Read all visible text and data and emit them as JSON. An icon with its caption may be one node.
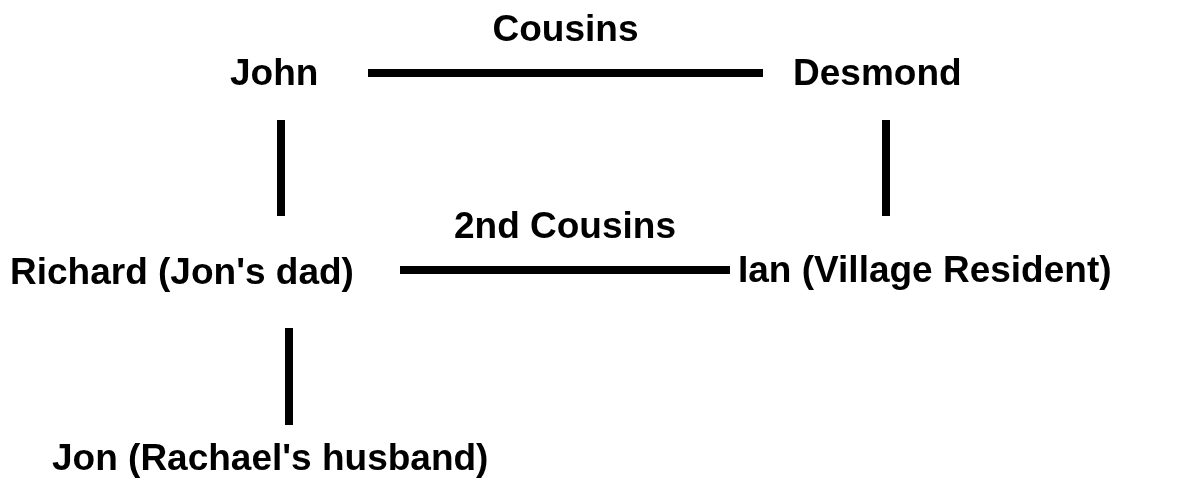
{
  "diagram": {
    "nodes": [
      {
        "text": [
          "John"
        ]
      },
      {
        "text": [
          "Desmond"
        ]
      },
      {
        "text": [
          "Richard (Jon's dad)"
        ]
      },
      {
        "text": [
          "Ian (Village Resident)"
        ]
      },
      {
        "text": [
          "Jon (Rachael's husband)"
        ]
      }
    ],
    "edges": [
      {
        "from": 0,
        "to": 1,
        "arrow": "none",
        "label": "Cousins"
      },
      {
        "from": 0,
        "to": 2,
        "arrow": "none"
      },
      {
        "from": 1,
        "to": 3,
        "arrow": "none"
      },
      {
        "from": 2,
        "to": 3,
        "arrow": "none",
        "label": "2nd Cousins"
      },
      {
        "from": 2,
        "to": 4,
        "arrow": "none"
      }
    ]
  }
}
